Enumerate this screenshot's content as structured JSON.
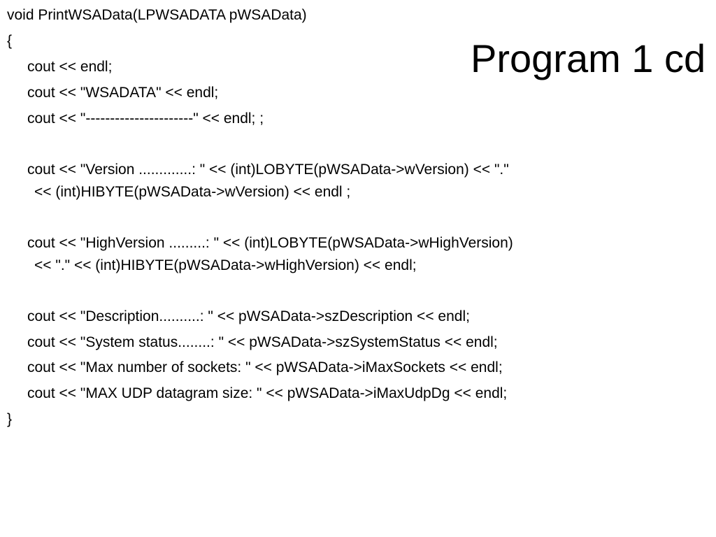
{
  "slide": {
    "title": "Program 1 cd",
    "code_lines": [
      "void PrintWSAData(LPWSADATA pWSAData)",
      "{",
      "cout << endl;",
      "cout << \"WSADATA\" << endl;",
      "cout << \"----------------------\" << endl; ;",
      "cout << \"Version .............: \" << (int)LOBYTE(pWSAData->wVersion) << \".\"",
      "<< (int)HIBYTE(pWSAData->wVersion) << endl ;",
      "cout << \"HighVersion .........: \" << (int)LOBYTE(pWSAData->wHighVersion)",
      "<< \".\" << (int)HIBYTE(pWSAData->wHighVersion) << endl;",
      "cout << \"Description..........: \" << pWSAData->szDescription << endl;",
      "cout << \"System status........: \" << pWSAData->szSystemStatus << endl;",
      "cout << \"Max number of sockets: \" << pWSAData->iMaxSockets << endl;",
      "cout << \"MAX UDP datagram size: \" << pWSAData->iMaxUdpDg << endl;",
      "}"
    ]
  }
}
